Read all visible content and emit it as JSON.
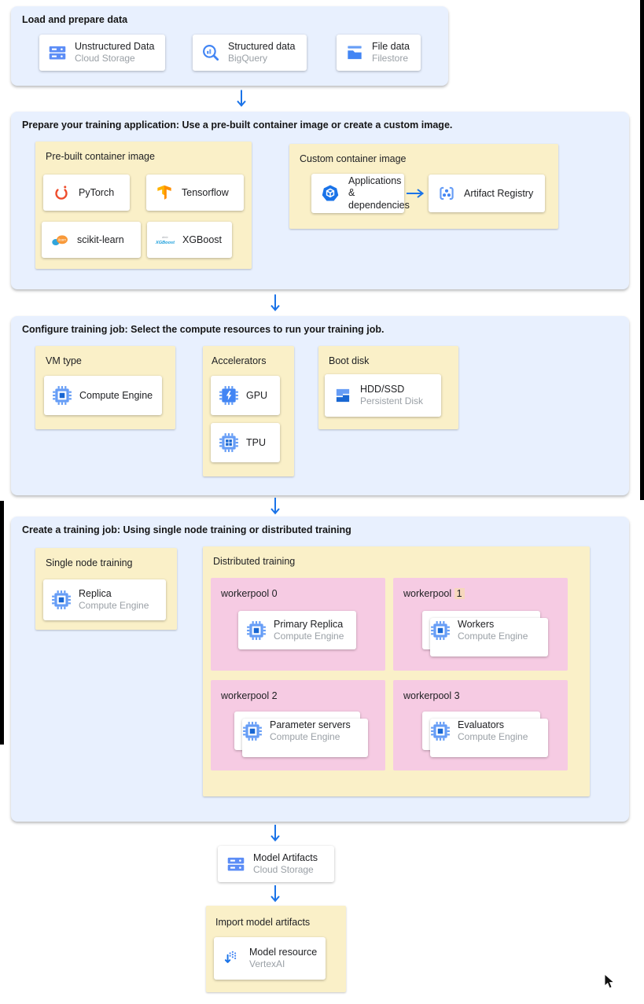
{
  "colors": {
    "accent": "#1a73e8",
    "section_bg": "#e8f0fe",
    "group_bg": "#faf0c8",
    "pool_bg": "#f6cbe3",
    "hl_bg": "#f6d7bd"
  },
  "flow": {
    "load": {
      "title": "Load and prepare data",
      "cards": [
        {
          "title": "Unstructured Data",
          "subtitle": "Cloud Storage",
          "icon": "cloud-storage"
        },
        {
          "title": "Structured data",
          "subtitle": "BigQuery",
          "icon": "bigquery"
        },
        {
          "title": "File data",
          "subtitle": "Filestore",
          "icon": "filestore"
        }
      ]
    },
    "prepare": {
      "title": "Prepare your training application: Use a pre-built container image or create a custom image.",
      "prebuilt": {
        "label": "Pre-built container image",
        "frameworks": [
          {
            "title": "PyTorch",
            "icon": "pytorch"
          },
          {
            "title": "Tensorflow",
            "icon": "tensorflow"
          },
          {
            "title": "scikit-learn",
            "icon": "scikit-learn"
          },
          {
            "title": "XGBoost",
            "icon": "xgboost"
          }
        ]
      },
      "custom": {
        "label": "Custom container image",
        "source": {
          "title": "Applications & dependencies",
          "icon": "applications"
        },
        "target": {
          "title": "Artifact Registry",
          "icon": "artifact-registry"
        }
      }
    },
    "configure": {
      "title": "Configure training job: Select the compute resources to run your training job.",
      "vm_type": {
        "label": "VM type",
        "card": {
          "title": "Compute Engine",
          "icon": "compute-engine"
        }
      },
      "accelerators": {
        "label": "Accelerators",
        "cards": [
          {
            "title": "GPU",
            "icon": "gpu"
          },
          {
            "title": "TPU",
            "icon": "tpu"
          }
        ]
      },
      "boot_disk": {
        "label": "Boot disk",
        "card": {
          "title": "HDD/SSD",
          "subtitle": "Persistent Disk",
          "icon": "persistent-disk"
        }
      }
    },
    "create": {
      "title": "Create a training job: Using single node training or distributed training",
      "single_node": {
        "label": "Single node training",
        "card": {
          "title": "Replica",
          "subtitle": "Compute Engine",
          "icon": "compute-engine"
        }
      },
      "distributed": {
        "label": "Distributed training",
        "workerpools": [
          {
            "prefix": "workerpool",
            "num": "0",
            "highlighted": false,
            "card": {
              "title": "Primary Replica",
              "subtitle": "Compute Engine",
              "icon": "compute-engine"
            }
          },
          {
            "prefix": "workerpool",
            "num": "1",
            "highlighted": true,
            "card": {
              "title": "Workers",
              "subtitle": "Compute Engine",
              "icon": "compute-engine"
            }
          },
          {
            "prefix": "workerpool",
            "num": "2",
            "highlighted": false,
            "card": {
              "title": "Parameter servers",
              "subtitle": "Compute Engine",
              "icon": "compute-engine"
            }
          },
          {
            "prefix": "workerpool",
            "num": "3",
            "highlighted": false,
            "card": {
              "title": "Evaluators",
              "subtitle": "Compute Engine",
              "icon": "compute-engine"
            }
          }
        ]
      }
    },
    "model_artifacts": {
      "title": "Model Artifacts",
      "subtitle": "Cloud Storage",
      "icon": "cloud-storage"
    },
    "import_model": {
      "label": "Import model artifacts",
      "card": {
        "title": "Model resource",
        "subtitle": "VertexAI",
        "icon": "vertex-ai"
      }
    }
  }
}
